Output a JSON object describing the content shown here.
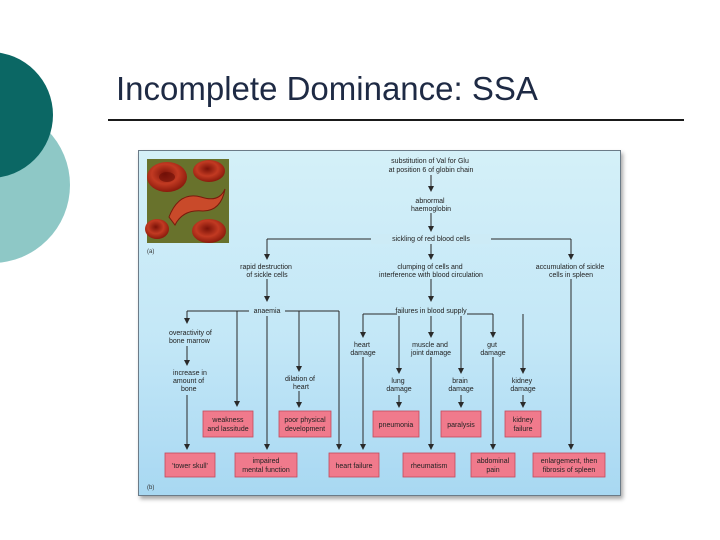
{
  "slide": {
    "title": "Incomplete Dominance: SSA",
    "colors": {
      "circle_dark": "#0b6764",
      "circle_light": "#8ec8c6",
      "box_fill": "#f07a8c"
    }
  },
  "figure": {
    "label_a": "(a)",
    "label_b": "(b)",
    "nodes": {
      "substitution": [
        "substitution of Val for Glu",
        "at position 6 of globin chain"
      ],
      "abnormal_haemoglobin": [
        "abnormal",
        "haemoglobin"
      ],
      "sickling": [
        "sickling of red blood cells"
      ],
      "rapid_destruction": [
        "rapid destruction",
        "of sickle cells"
      ],
      "clumping": [
        "clumping of cells and",
        "interference with blood circulation"
      ],
      "accumulation": [
        "accumulation of sickle",
        "cells in spleen"
      ],
      "anaemia": [
        "anaemia"
      ],
      "failures_blood_supply": [
        "failures in blood supply"
      ],
      "overactivity": [
        "overactivity of",
        "bone marrow"
      ],
      "heart_damage": [
        "heart",
        "damage"
      ],
      "muscle_joint_damage": [
        "muscle and",
        "joint damage"
      ],
      "gut_damage": [
        "gut",
        "damage"
      ],
      "increase_bone": [
        "increase in",
        "amount of",
        "bone"
      ],
      "dilation_heart": [
        "dilation of",
        "heart"
      ],
      "lung_damage": [
        "lung",
        "damage"
      ],
      "brain_damage": [
        "brain",
        "damage"
      ],
      "kidney_damage": [
        "kidney",
        "damage"
      ]
    },
    "outcomes": {
      "weakness": [
        "weakness",
        "and lassitude"
      ],
      "poor_development": [
        "poor physical",
        "development"
      ],
      "pneumonia": [
        "pneumonia"
      ],
      "paralysis": [
        "paralysis"
      ],
      "kidney_failure": [
        "kidney",
        "failure"
      ],
      "tower_skull": [
        "'tower skull'"
      ],
      "impaired_mental": [
        "impaired",
        "mental function"
      ],
      "heart_failure": [
        "heart failure"
      ],
      "rheumatism": [
        "rheumatism"
      ],
      "abdominal_pain": [
        "abdominal",
        "pain"
      ],
      "enlargement_spleen": [
        "enlargement, then",
        "fibrosis of spleen"
      ]
    }
  }
}
